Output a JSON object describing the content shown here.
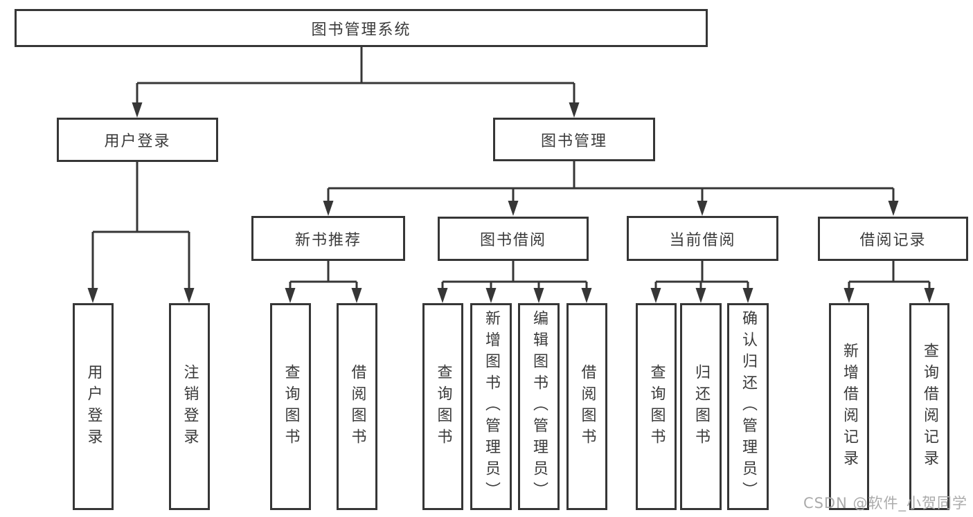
{
  "diagram_title": "图书管理系统",
  "nodes": {
    "root": "图书管理系统",
    "user_login": "用户登录",
    "book_management": "图书管理",
    "new_book_recommend": "新书推荐",
    "book_borrow": "图书借阅",
    "current_borrow": "当前借阅",
    "borrow_records": "借阅记录"
  },
  "leaves": {
    "user_login": [
      "用户登录",
      "注销登录"
    ],
    "new_book_recommend": [
      "查询图书",
      "借阅图书"
    ],
    "book_borrow": [
      "查询图书",
      "新增图书（管理员）",
      "编辑图书（管理员）",
      "借阅图书"
    ],
    "current_borrow": [
      "查询图书",
      "归还图书",
      "确认归还（管理员）"
    ],
    "borrow_records": [
      "新增借阅记录",
      "查询借阅记录"
    ]
  },
  "watermark": "CSDN @软件_小贺同学",
  "colors": {
    "line": "#363636",
    "text": "#3a3a3a",
    "background": "#ffffff",
    "watermark": "#ababab"
  }
}
